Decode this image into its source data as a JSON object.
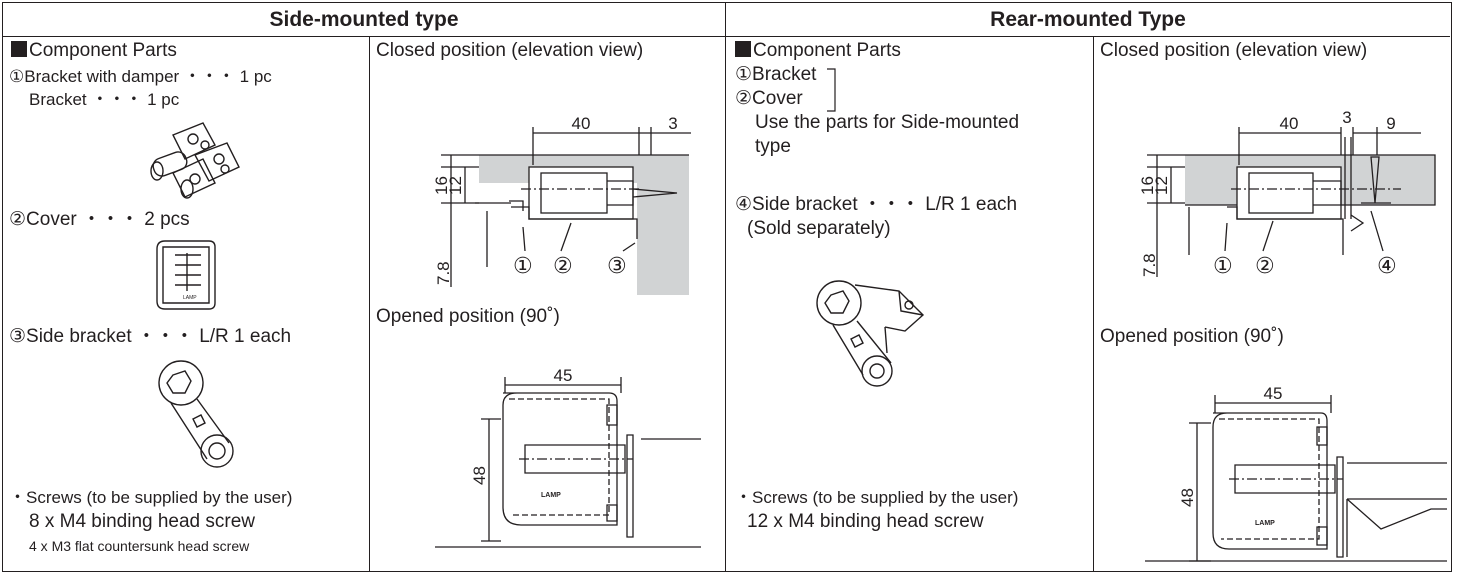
{
  "side": {
    "title": "Side-mounted type",
    "parts_heading": "Component Parts",
    "part1": "①Bracket with damper ・・・ 1 pc",
    "part1b": "Bracket ・・・ 1 pc",
    "part2": "②Cover ・・・ 2 pcs",
    "part3": "③Side bracket ・・・ L/R 1 each",
    "screws_heading": "・Screws (to be supplied by the user)",
    "screws_line1": "8 x M4 binding head screw",
    "screws_line2": "4 x M3 flat countersunk head screw",
    "closed_title": "Closed position (elevation view)",
    "opened_title": "Opened position (90˚)",
    "dims": {
      "d40": "40",
      "d3": "3",
      "d16": "16",
      "d12": "12",
      "d78": "7.8",
      "d45": "45",
      "d48": "48"
    },
    "callouts": {
      "c1": "①",
      "c2": "②",
      "c3": "③"
    },
    "logo": "LAMP"
  },
  "rear": {
    "title": "Rear-mounted Type",
    "parts_heading": "Component Parts",
    "part1": "①Bracket",
    "part2": "②Cover",
    "use_line1": "Use the parts for Side-mounted",
    "use_line2": "type",
    "part4": "④Side bracket ・・・ L/R 1 each",
    "part4b": "(Sold separately)",
    "screws_heading": "・Screws (to be supplied by the user)",
    "screws_line1": "12 x M4 binding head screw",
    "closed_title": "Closed position (elevation view)",
    "opened_title": "Opened position (90˚)",
    "dims": {
      "d40": "40",
      "d3": "3",
      "d9": "9",
      "d16": "16",
      "d12": "12",
      "d78": "7.8",
      "d45": "45",
      "d48": "48"
    },
    "callouts": {
      "c1": "①",
      "c2": "②",
      "c4": "④"
    },
    "logo": "LAMP"
  }
}
